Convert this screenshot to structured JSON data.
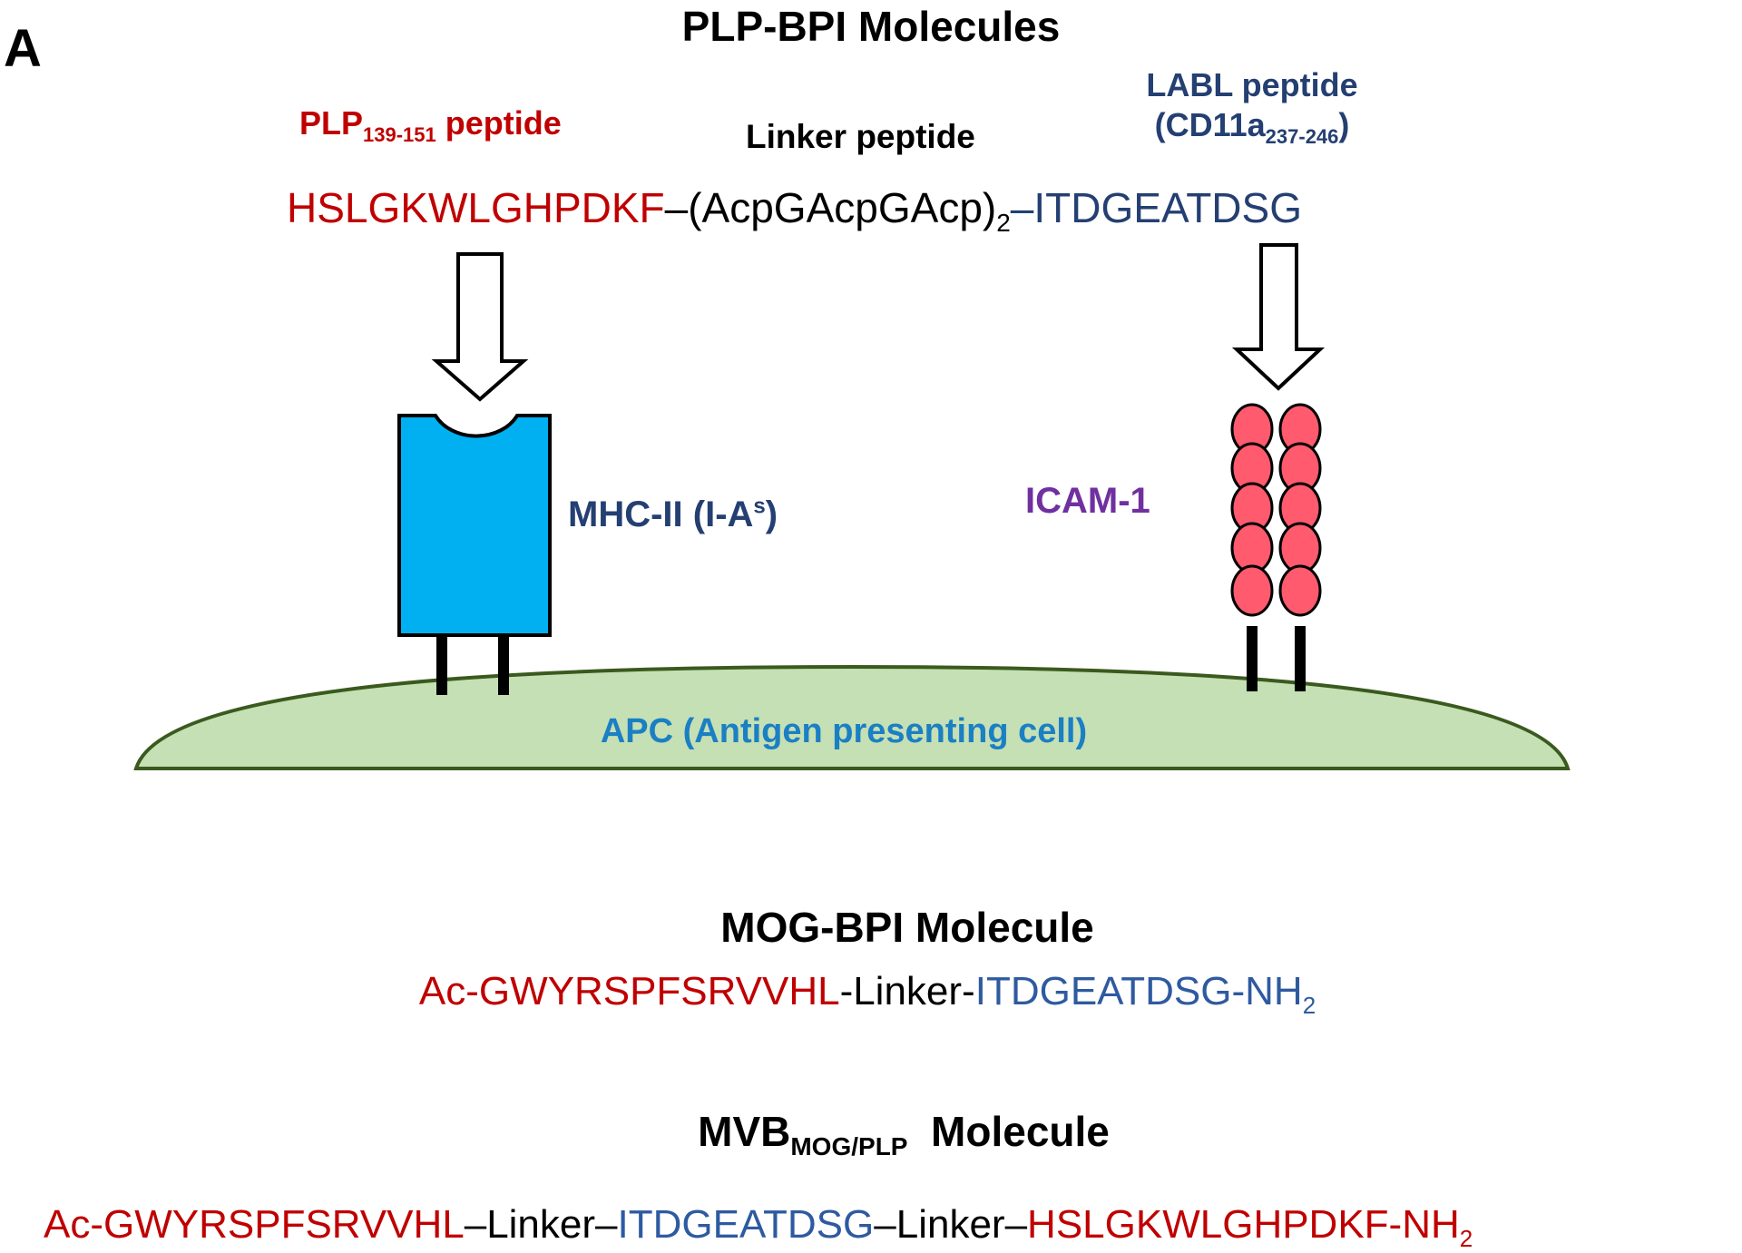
{
  "panel_label": "A",
  "title": "PLP-BPI Molecules",
  "plp_peptide_label": {
    "main": "PLP",
    "sub": "139-151",
    "rest": " peptide"
  },
  "linker_label": "Linker peptide",
  "labl_label": {
    "line1": "LABL peptide",
    "line2_main": "(CD11a",
    "line2_sub": "237-246",
    "line2_end": ")"
  },
  "plp_sequence": {
    "plp_part": "HSLGKWLGHPDKF",
    "linker_part": "–(AcpGAcpGAcp)",
    "linker_sub": "2",
    "labl_part": "–ITDGEATDSG"
  },
  "mhc_label": {
    "main": "MHC-II (I-A",
    "sup": "s",
    "end": ")"
  },
  "icam_label": "ICAM-1",
  "apc_label": "APC (Antigen presenting cell)",
  "mog_title": "MOG-BPI Molecule",
  "mog_sequence": {
    "red": "Ac-GWYRSPFSRVVHL",
    "black": "-Linker-",
    "blue": "ITDGEATDSG-NH",
    "blue_sub": "2"
  },
  "mvb_title": {
    "main": "MVB",
    "sub": "MOG/PLP",
    "rest": "  Molecule"
  },
  "mvb_sequence": {
    "red1": "Ac-GWYRSPFSRVVHL",
    "black1": "–Linker–",
    "blue": "ITDGEATDSG",
    "black2": "–Linker–",
    "red2": "HSLGKWLGHPDKF-NH",
    "red2_sub": "2"
  },
  "colors": {
    "mhc_fill": "#00b0f0",
    "icam_fill": "#ff5a6e",
    "cell_fill": "#c5e0b4",
    "cell_stroke": "#3a5a1e",
    "peptide_red": "#c00000",
    "peptide_blue": "#243f72"
  }
}
